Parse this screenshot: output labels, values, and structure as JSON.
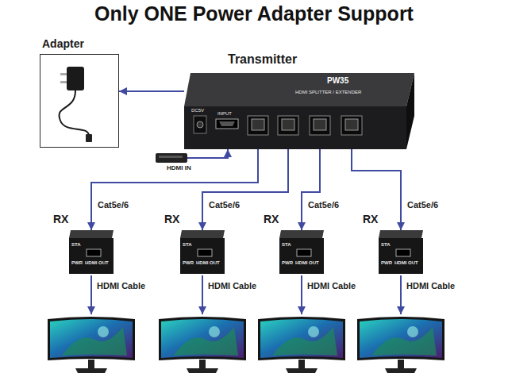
{
  "diagram": {
    "title": "Only ONE Power Adapter Support",
    "nodes": [
      {
        "text": [
          "Adapter"
        ]
      },
      {
        "text": [
          "Transmitter"
        ]
      },
      {
        "text": [
          "HDMI IN"
        ]
      },
      {
        "text": [
          "RX"
        ]
      },
      {
        "text": [
          "RX"
        ]
      },
      {
        "text": [
          "RX"
        ]
      },
      {
        "text": [
          "RX"
        ]
      }
    ],
    "edges": [
      {
        "from": 1,
        "to": 0,
        "arrow": "to"
      },
      {
        "from": 2,
        "to": 1,
        "arrow": "to"
      },
      {
        "from": 1,
        "to": 3,
        "label": "Cat5e/6",
        "arrow": "to"
      },
      {
        "from": 1,
        "to": 4,
        "label": "Cat5e/6",
        "arrow": "to"
      },
      {
        "from": 1,
        "to": 5,
        "label": "Cat5e/6",
        "arrow": "to"
      },
      {
        "from": 1,
        "to": 6,
        "label": "Cat5e/6",
        "arrow": "to"
      }
    ],
    "labels": [
      "PW35",
      "HDMI SPLITTER / EXTENDER",
      "DC5V",
      "INPUT",
      "STA",
      "PWR",
      "HDMI OUT",
      "STA",
      "PWR",
      "HDMI OUT",
      "STA",
      "PWR",
      "HDMI OUT",
      "STA",
      "PWR",
      "HDMI OUT",
      "HDMI Cable",
      "HDMI Cable",
      "HDMI Cable",
      "HDMI Cable"
    ]
  }
}
